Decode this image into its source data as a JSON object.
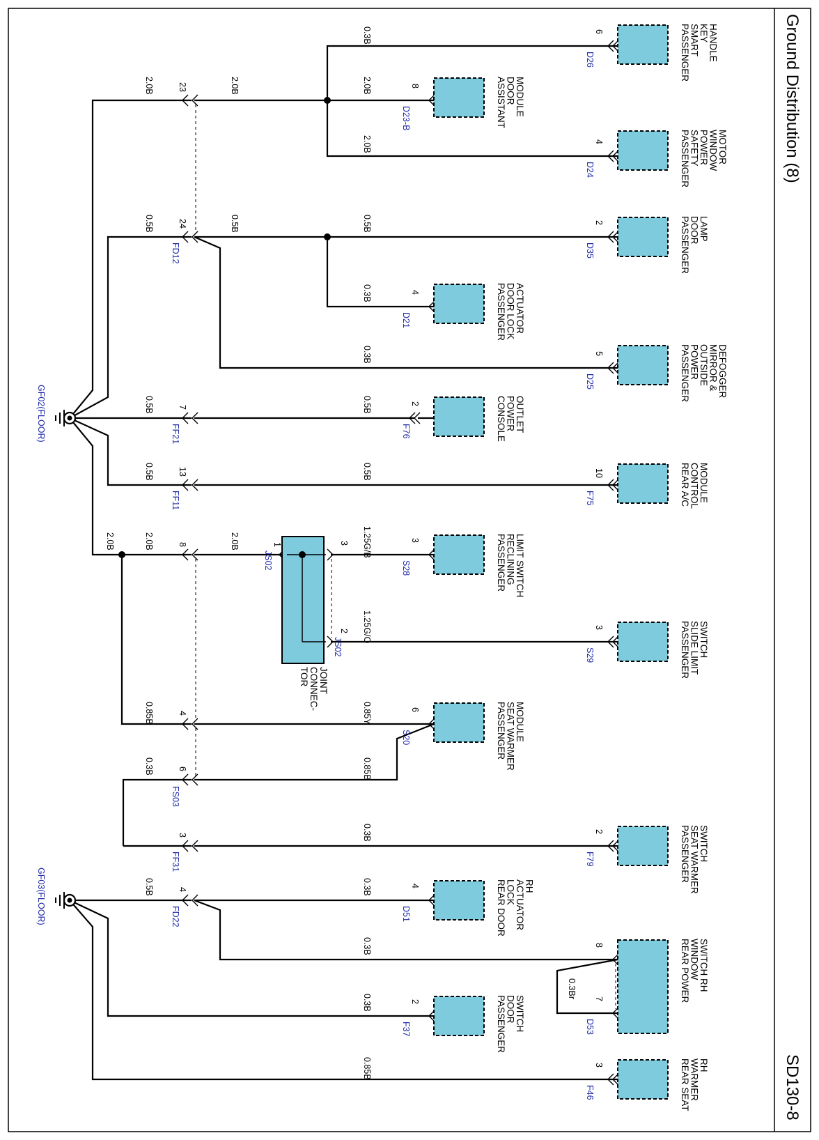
{
  "title": "Ground Distribution (8)",
  "page_number": "SD130-8",
  "colors": {
    "component_fill": "#7ecbde",
    "connector_text": "#1f2aa8",
    "wire": "#000000"
  },
  "grounds": [
    {
      "id": "gf02",
      "label": "GF02(FLOOR)"
    },
    {
      "id": "gf03",
      "label": "GF03(FLOOR)"
    }
  ],
  "components": [
    {
      "id": "d26",
      "lines": [
        "PASSENGER",
        "SMART",
        "KEY",
        "HANDLE"
      ],
      "connector": "D26",
      "pin": "6"
    },
    {
      "id": "d23b",
      "lines": [
        "ASSISTANT",
        "DOOR",
        "MODULE"
      ],
      "connector": "D23-B",
      "pin": "8"
    },
    {
      "id": "d24",
      "lines": [
        "PASSENGER",
        "SAFETY",
        "POWER",
        "WINDOW",
        "MOTOR"
      ],
      "connector": "D24",
      "pin": "4"
    },
    {
      "id": "d35",
      "lines": [
        "PASSENGER",
        "DOOR",
        "LAMP"
      ],
      "connector": "D35",
      "pin": "2"
    },
    {
      "id": "d21",
      "lines": [
        "PASSENGER",
        "DOOR LOCK",
        "ACTUATOR"
      ],
      "connector": "D21",
      "pin": "4"
    },
    {
      "id": "d25",
      "lines": [
        "PASSENGER",
        "POWER",
        "OUTSIDE",
        "MIRROR &",
        "DEFOGGER"
      ],
      "connector": "D25",
      "pin": "5"
    },
    {
      "id": "f76",
      "lines": [
        "CONSOLE",
        "POWER",
        "OUTLET"
      ],
      "connector": "F76",
      "pin": "2"
    },
    {
      "id": "f75",
      "lines": [
        "REAR A/C",
        "CONTROL",
        "MODULE"
      ],
      "connector": "F75",
      "pin": "10"
    },
    {
      "id": "s28",
      "lines": [
        "PASSENGER",
        "RECLINING",
        "LIMIT SWITCH"
      ],
      "connector": "S28",
      "pin": "3"
    },
    {
      "id": "s29",
      "lines": [
        "PASSENGER",
        "SLIDE LIMIT",
        "SWITCH"
      ],
      "connector": "S29",
      "pin": "3"
    },
    {
      "id": "s20",
      "lines": [
        "PASSENGER",
        "SEAT WARMER",
        "MODULE"
      ],
      "connector": "S20",
      "pin": "6"
    },
    {
      "id": "f79",
      "lines": [
        "PASSENGER",
        "SEAT WARMER",
        "SWITCH"
      ],
      "connector": "F79",
      "pin": "2"
    },
    {
      "id": "d51",
      "lines": [
        "REAR DOOR",
        "LOCK",
        "ACTUATOR",
        "RH"
      ],
      "connector": "D51",
      "pin": "4"
    },
    {
      "id": "d53",
      "lines": [
        "REAR POWER",
        "WINDOW",
        "SWITCH RH"
      ],
      "connector": "D53",
      "pin": "8",
      "pin2": "7"
    },
    {
      "id": "f37",
      "lines": [
        "PASSENGER",
        "DOOR",
        "SWITCH"
      ],
      "connector": "F37",
      "pin": "2"
    },
    {
      "id": "f46",
      "lines": [
        "REAR SEAT",
        "WARMER",
        "RH"
      ],
      "connector": "F46",
      "pin": "3"
    }
  ],
  "joint_connector": {
    "lines": [
      "JOINT",
      "CONNEC-",
      "TOR"
    ],
    "connector": "JS02",
    "pins": {
      "in": "1",
      "out_a": "3",
      "out_b": "2"
    }
  },
  "inline_connectors": [
    {
      "id": "fd12",
      "name": "FD12",
      "pins": [
        "23",
        "24"
      ]
    },
    {
      "id": "ff21",
      "name": "FF21",
      "pins": [
        "7"
      ]
    },
    {
      "id": "ff11",
      "name": "FF11",
      "pins": [
        "13"
      ]
    },
    {
      "id": "fs03",
      "name": "FS03",
      "pins": [
        "8",
        "4",
        "6"
      ]
    },
    {
      "id": "ff31",
      "name": "FF31",
      "pins": [
        "3"
      ]
    },
    {
      "id": "fd22",
      "name": "FD22",
      "pins": [
        "4"
      ]
    }
  ],
  "wires": {
    "w_d26": "0.3B",
    "w_d23b": "2.0B",
    "w_d24": "2.0B",
    "w_fd23_in": "2.0B",
    "w_gf02_fd23": "2.0B",
    "w_d35": "0.5B",
    "w_fd24_in": "0.5B",
    "w_gf02_fd24": "0.5B",
    "w_d21": "0.3B",
    "w_d25": "0.3B",
    "w_f76": "0.5B",
    "w_gf02_ff21": "0.5B",
    "w_f75": "0.5B",
    "w_gf02_ff11": "0.5B",
    "w_s28": "1.25G/B",
    "w_s29": "1.25G/O",
    "w_js02_fs03": "2.0B",
    "w_gf02_fs03": "2.0B",
    "w_gf02_main": "2.0B",
    "w_s20_y": "0.85Y",
    "w_s20_b": "0.85B",
    "w_fs03_4": "0.85B",
    "w_fs03_6": "0.3B",
    "w_f79": "0.3B",
    "w_d51": "0.3B",
    "w_gf03_fd22": "0.5B",
    "w_d53": "0.3B",
    "w_d53_loop": "0.3Br",
    "w_f37": "0.3B",
    "w_f46": "0.85B"
  }
}
